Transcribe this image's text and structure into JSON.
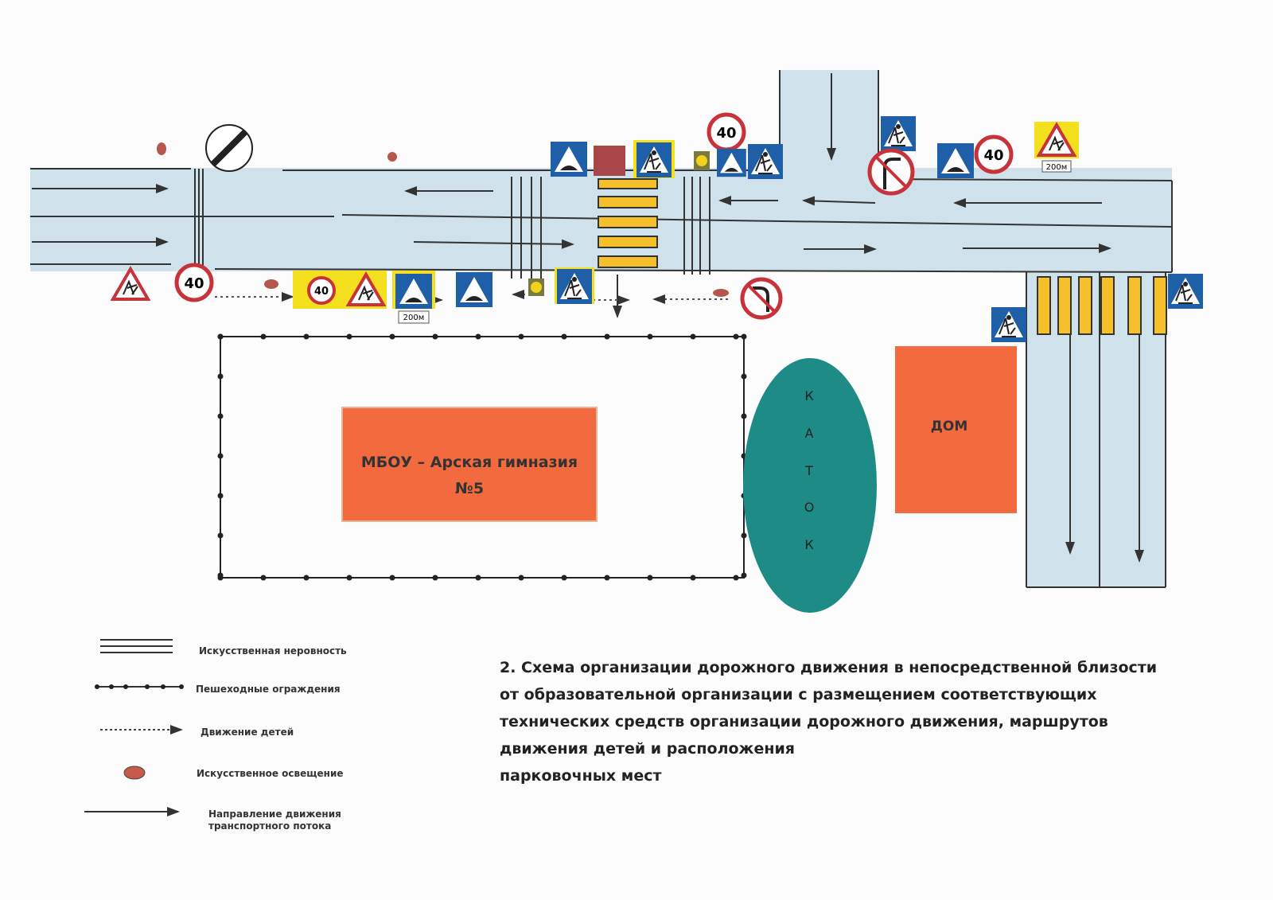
{
  "title_lines": [
    "2. Схема организации дорожного движения в непосредственной близости",
    "от образовательной организации с размещением соответствующих",
    "технических средств организации дорожного движения, маршрутов",
    "движения детей и расположения",
    "парковочных мест"
  ],
  "buildings": {
    "school_line1": "МБОУ – Арская гимназия",
    "school_line2": "№5",
    "house": "ДОМ",
    "rink_letters": [
      "К",
      "А",
      "Т",
      "О",
      "К"
    ]
  },
  "signs": {
    "speed_limit": "40",
    "distance_plate": "200м"
  },
  "legend": {
    "speed_bump": "Искусственная неровность",
    "fence": "Пешеходные ограждения",
    "children_route": "Движение детей",
    "lighting": "Искусственное освещение",
    "traffic_direction_1": "Направление движения",
    "traffic_direction_2": "транспортного потока"
  },
  "colors": {
    "road": "#cfe1ea",
    "crosswalk": "#f5c02a",
    "building": "#f26a3e",
    "rink": "#1e8b86",
    "sign_blue": "#1f5fa8",
    "sign_red": "#c8323a",
    "lamp": "#b5574b"
  }
}
